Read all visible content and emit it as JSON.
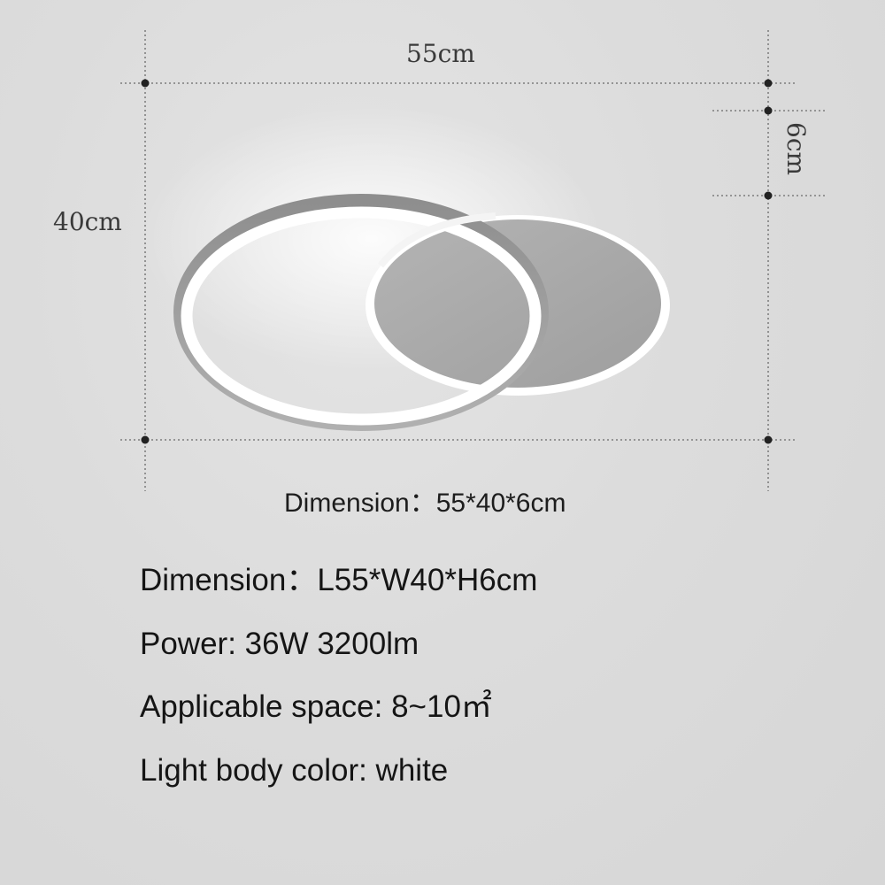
{
  "dimensions_drawing": {
    "width_label": "55cm",
    "depth_label": "40cm",
    "height_label": "6cm"
  },
  "caption": "Dimension：55*40*6cm",
  "specs": [
    "Dimension：L55*W40*H6cm",
    "Power: 36W 3200lm",
    "Applicable space: 8~10㎡",
    "Light body color: white"
  ],
  "colors": {
    "background": "#dcdcdc",
    "ring_light": "#ffffff",
    "ring_shell": "#9a9a9a",
    "disc_gray": "#aaaaaa",
    "guide_lines": "#6a6a6a",
    "guide_dots": "#222222"
  }
}
